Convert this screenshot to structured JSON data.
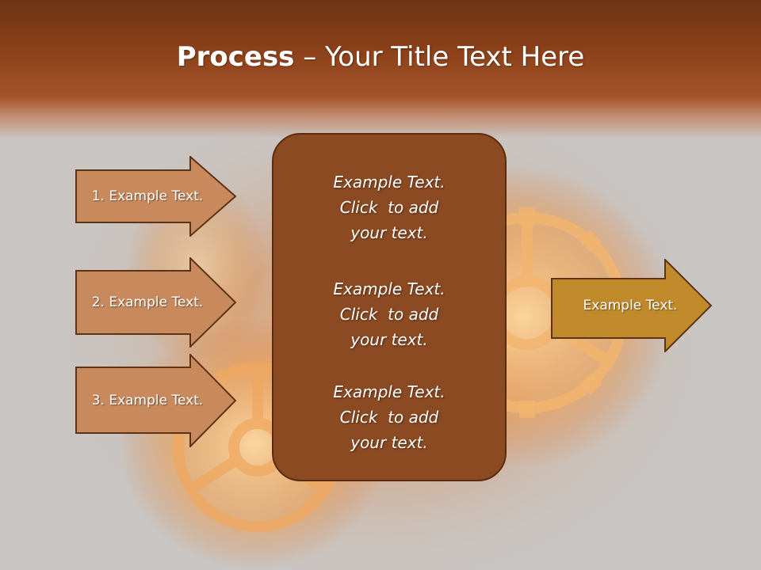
{
  "slide": {
    "title_bold": "Process",
    "title_rest": " – Your Title Text Here"
  },
  "left_arrows": [
    {
      "label": "1. Example Text."
    },
    {
      "label": "2. Example Text."
    },
    {
      "label": "3. Example Text."
    }
  ],
  "center_box": {
    "paragraphs": [
      {
        "line1": "Example Text.",
        "line2": "Click  to add",
        "line3": "your text."
      },
      {
        "line1": "Example Text.",
        "line2": "Click  to add",
        "line3": "your text."
      },
      {
        "line1": "Example Text.",
        "line2": "Click  to add",
        "line3": "your text."
      }
    ]
  },
  "right_arrow": {
    "label": "Example Text."
  },
  "colors": {
    "header": "#8a4019",
    "left_arrow_fill": "#c8895c",
    "center_box_fill": "#8b4a22",
    "right_arrow_fill": "#c08a2a",
    "background": "#c9c5c2"
  },
  "icons": {
    "background_image": "fire-gears-image"
  }
}
